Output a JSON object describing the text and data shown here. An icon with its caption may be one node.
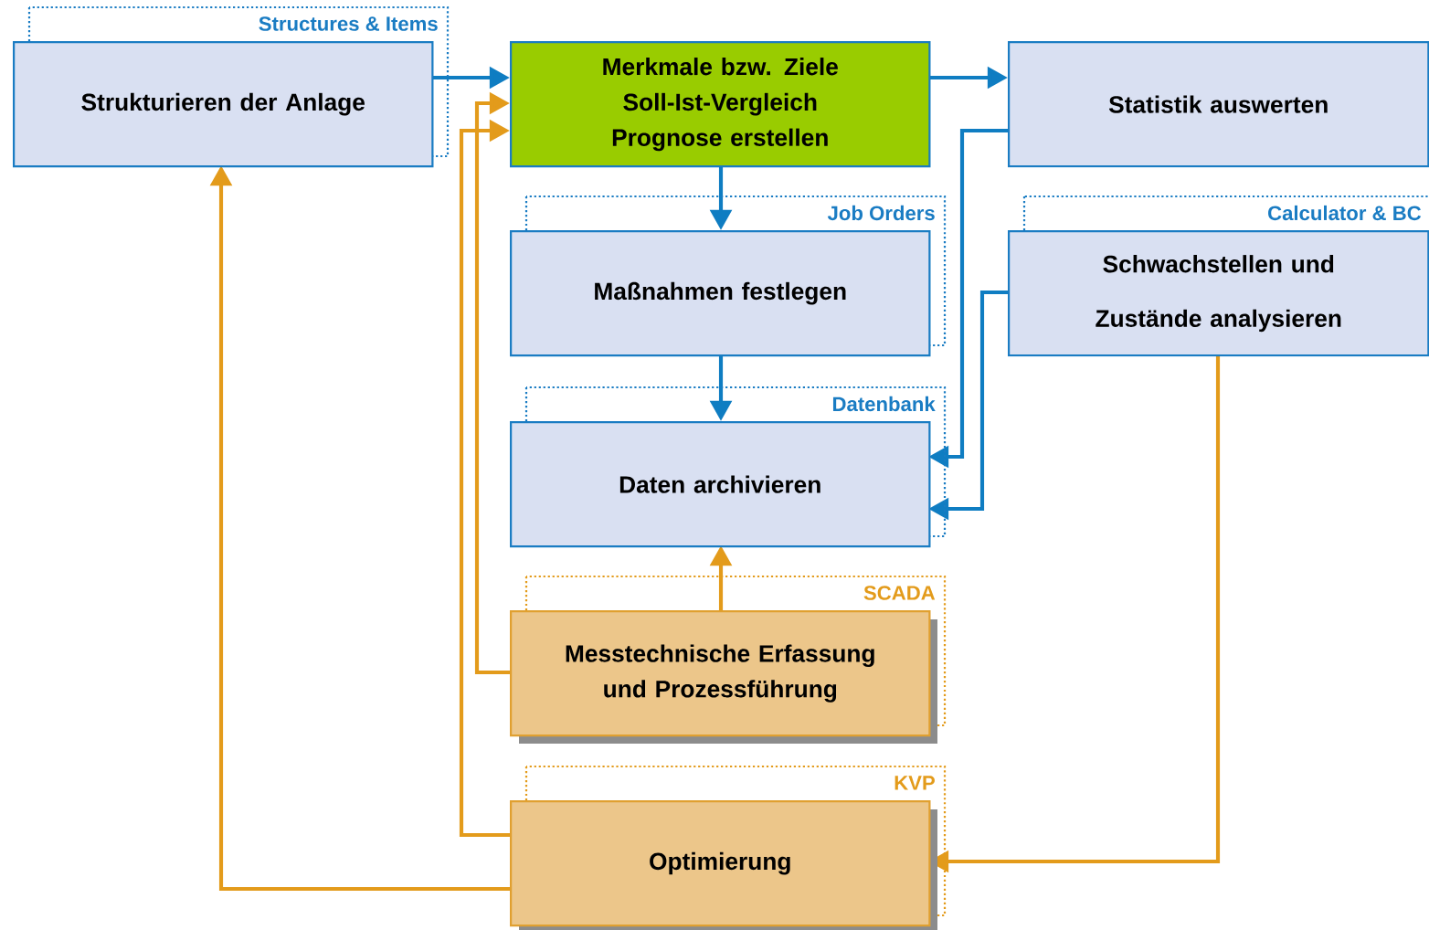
{
  "diagram": {
    "nodes": [
      {
        "text": [
          "Structures & Items",
          "Strukturieren der Anlage"
        ]
      },
      {
        "text": [
          "Merkmale bzw. Ziele",
          "Soll-Ist-Vergleich",
          "Prognose erstellen"
        ]
      },
      {
        "text": [
          "Statistik auswerten"
        ]
      },
      {
        "text": [
          "Job Orders",
          "Maßnahmen festlegen"
        ]
      },
      {
        "text": [
          "Calculator & BC",
          "Schwachstellen und Zustände analysieren"
        ]
      },
      {
        "text": [
          "Datenbank",
          "Daten archivieren"
        ]
      },
      {
        "text": [
          "SCADA",
          "Messtechnische Erfassung und Prozessführung"
        ]
      },
      {
        "text": [
          "KVP",
          "Optimierung"
        ]
      }
    ],
    "edges": [
      {
        "from": 0,
        "to": 1,
        "arrow": "to"
      },
      {
        "from": 1,
        "to": 2,
        "arrow": "to"
      },
      {
        "from": 1,
        "to": 3,
        "arrow": "to"
      },
      {
        "from": 3,
        "to": 5,
        "arrow": "to"
      },
      {
        "from": 2,
        "to": 5,
        "arrow": "to"
      },
      {
        "from": 4,
        "to": 5,
        "arrow": "to"
      },
      {
        "from": 6,
        "to": 5,
        "arrow": "to",
        "color": "#e39b1b"
      },
      {
        "from": 6,
        "to": 1,
        "arrow": "to",
        "color": "#e39b1b"
      },
      {
        "from": 7,
        "to": 1,
        "arrow": "to",
        "color": "#e39b1b"
      },
      {
        "from": 7,
        "to": 0,
        "arrow": "to",
        "color": "#e39b1b"
      },
      {
        "from": 4,
        "to": 7,
        "arrow": "to",
        "color": "#e39b1b"
      }
    ]
  }
}
